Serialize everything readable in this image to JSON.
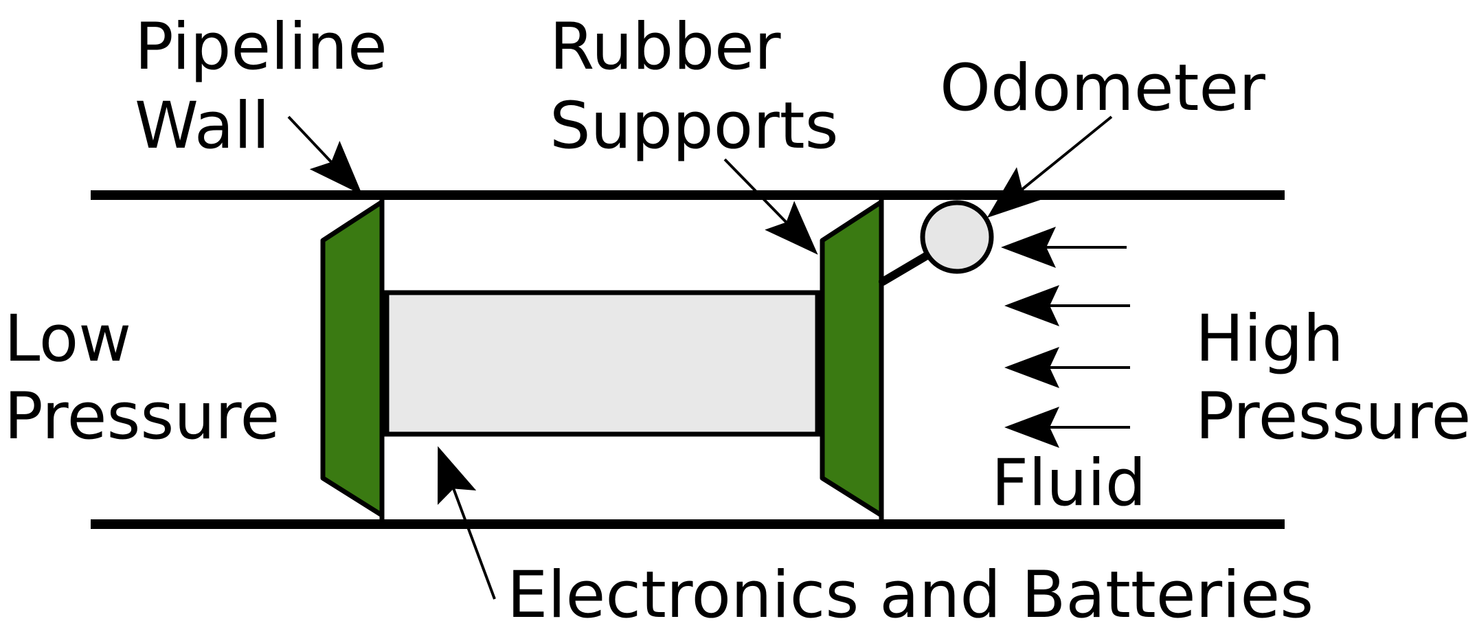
{
  "labels": {
    "pipeline_wall": [
      "Pipeline",
      "Wall"
    ],
    "rubber_supports": [
      "Rubber",
      "Supports"
    ],
    "odometer": "Odometer",
    "low_pressure": [
      "Low",
      "Pressure"
    ],
    "high_pressure": [
      "High",
      "Pressure"
    ],
    "fluid": "Fluid",
    "electronics": "Electronics and Batteries"
  },
  "colors": {
    "support_green": "#3a7a12",
    "body_gray": "#e8e8e8",
    "odometer_gray": "#e6e6e6",
    "stroke": "#000000"
  }
}
